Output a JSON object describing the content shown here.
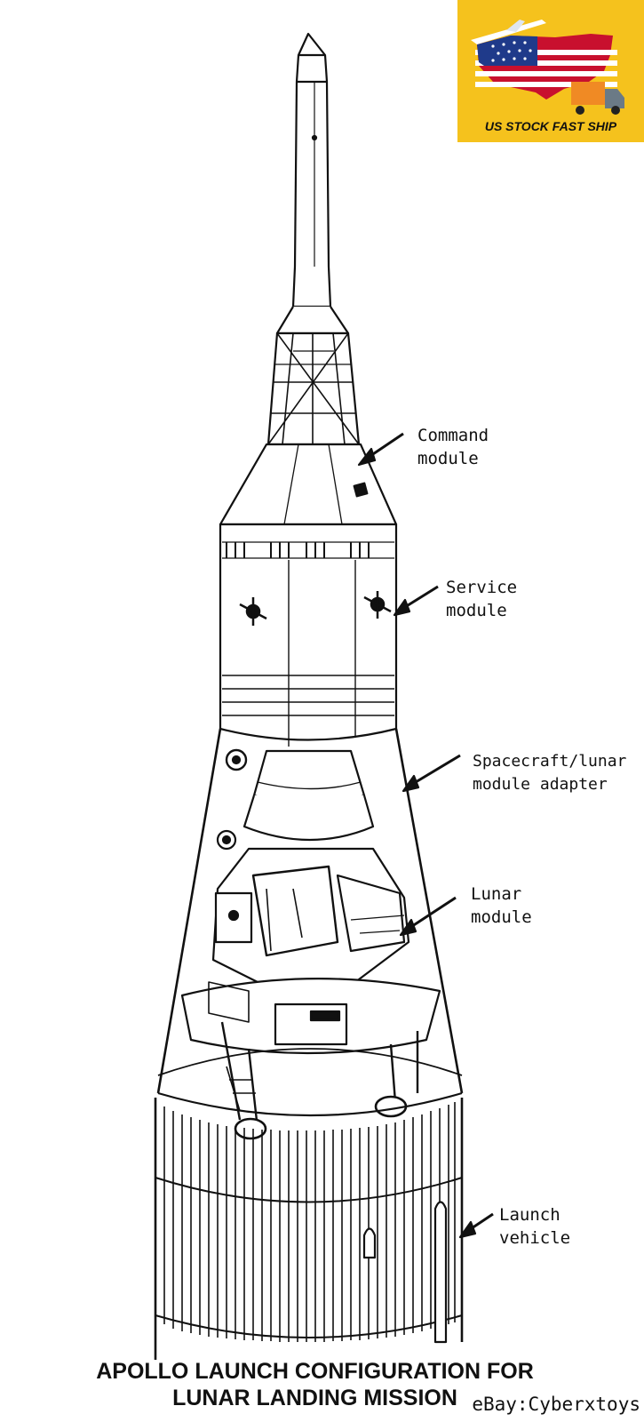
{
  "badge": {
    "text": "US STOCK FAST SHIP",
    "bg_color": "#f5c21d",
    "icons": [
      "us-flag-map-icon",
      "airplane-icon",
      "truck-icon"
    ]
  },
  "labels": {
    "command_module": [
      "Command",
      "module"
    ],
    "service_module": [
      "Service",
      "module"
    ],
    "adapter": [
      "Spacecraft/lunar",
      "module adapter"
    ],
    "lunar_module": [
      "Lunar",
      "module"
    ],
    "launch_vehicle": [
      "Launch",
      "vehicle"
    ]
  },
  "title": [
    "APOLLO LAUNCH CONFIGURATION FOR",
    "LUNAR LANDING MISSION"
  ],
  "watermark": "eBay:Cyberxtoys"
}
